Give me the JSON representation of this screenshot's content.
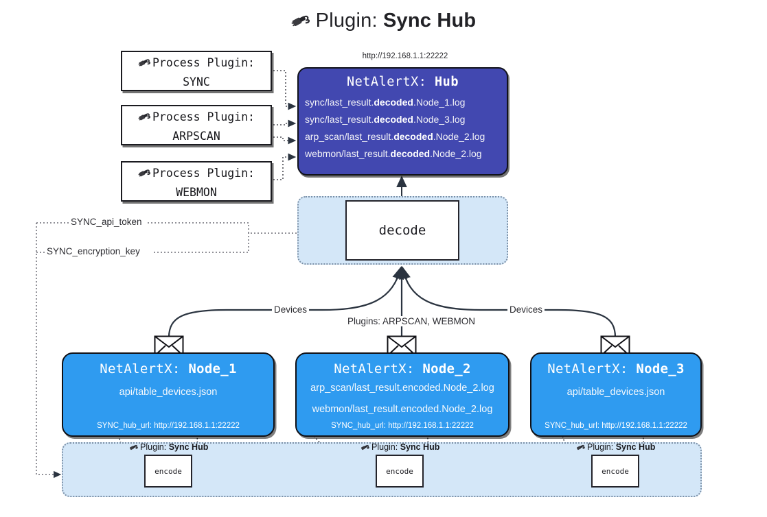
{
  "title": {
    "icon": "plug-icon",
    "prefix": "Plugin: ",
    "name": "Sync Hub"
  },
  "hub": {
    "url_caption": "http://192.168.1.1:22222",
    "title_prefix": "NetAlertX: ",
    "title_name": "Hub",
    "bg_color": "#4248b0",
    "lines": [
      {
        "pre": "sync/last_result.",
        "strong": "decoded",
        "post": ".Node_1.log"
      },
      {
        "pre": "sync/last_result.",
        "strong": "decoded",
        "post": ".Node_3.log"
      },
      {
        "pre": "arp_scan/last_result.",
        "strong": "decoded",
        "post": ".Node_2.log"
      },
      {
        "pre": "webmon/last_result.",
        "strong": "decoded",
        "post": ".Node_2.log"
      }
    ]
  },
  "process_plugins": [
    {
      "icon": "plug-icon",
      "label": "Process Plugin:",
      "name": "SYNC"
    },
    {
      "icon": "plug-icon",
      "label": "Process Plugin:",
      "name": "ARPSCAN"
    },
    {
      "icon": "plug-icon",
      "label": "Process Plugin:",
      "name": "WEBMON"
    }
  ],
  "decode": {
    "label": "decode",
    "container_color": "#d4e7f8"
  },
  "edge_labels": {
    "api_token": "SYNC_api_token",
    "encryption_key": "SYNC_encryption_key",
    "devices_left": "Devices",
    "devices_right": "Devices",
    "plugins_mid": "Plugins: ARPSCAN, WEBMON"
  },
  "nodes": [
    {
      "icon": "envelope-icon",
      "title_prefix": "NetAlertX: ",
      "title_name": "Node_1",
      "bg_color": "#2f9bf0",
      "lines": [
        {
          "pre": "api/table_devices.json",
          "strong": "",
          "post": ""
        }
      ],
      "footer": "SYNC_hub_url: http://192.168.1.1:22222"
    },
    {
      "icon": "envelope-icon",
      "title_prefix": "NetAlertX: ",
      "title_name": "Node_2",
      "bg_color": "#2f9bf0",
      "lines": [
        {
          "pre": "arp_scan/last_result.encoded.Node_2.log",
          "strong": "",
          "post": ""
        },
        {
          "pre": "webmon/last_result.encoded.Node_2.log",
          "strong": "",
          "post": ""
        }
      ],
      "footer": "SYNC_hub_url: http://192.168.1.1:22222"
    },
    {
      "icon": "envelope-icon",
      "title_prefix": "NetAlertX: ",
      "title_name": "Node_3",
      "bg_color": "#2f9bf0",
      "lines": [
        {
          "pre": "api/table_devices.json",
          "strong": "",
          "post": ""
        }
      ],
      "footer": "SYNC_hub_url: http://192.168.1.1:22222"
    }
  ],
  "encoders": [
    {
      "caption_icon": "plug-icon",
      "caption_prefix": "Plugin: ",
      "caption_name": "Sync Hub",
      "label": "encode"
    },
    {
      "caption_icon": "plug-icon",
      "caption_prefix": "Plugin: ",
      "caption_name": "Sync Hub",
      "label": "encode"
    },
    {
      "caption_icon": "plug-icon",
      "caption_prefix": "Plugin: ",
      "caption_name": "Sync Hub",
      "label": "encode"
    }
  ],
  "colors": {
    "hub": "#4248b0",
    "node": "#2f9bf0",
    "container": "#d4e7f8",
    "stroke": "#111115"
  }
}
